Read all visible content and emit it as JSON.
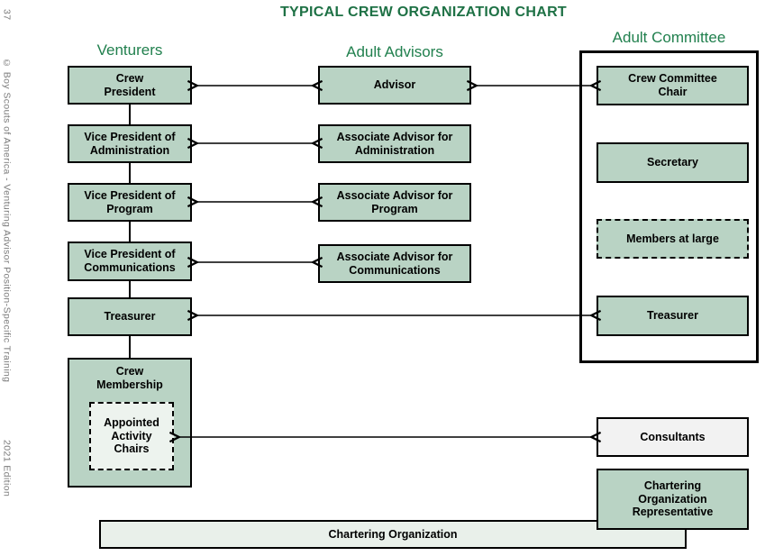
{
  "title": "TYPICAL CREW ORGANIZATION CHART",
  "sidebar": {
    "page_number": "37",
    "copyright": "© Boy Scouts of America - Venturing Advisor Position-Specific Training",
    "edition": "2021 Edition"
  },
  "colors": {
    "title_green": "#1e7145",
    "header_green": "#21804e",
    "box_fill_green": "#b9d3c4",
    "inner_light_fill": "#edf3ee",
    "chartering_bar_fill": "#e9f0ea",
    "consultants_fill": "#f2f2f2",
    "border_black": "#000000",
    "sidebar_gray": "#7a7a7a"
  },
  "venturers": {
    "header": "Venturers",
    "boxes": [
      {
        "label": "Crew\nPresident"
      },
      {
        "label": "Vice President of\nAdministration"
      },
      {
        "label": "Vice President of\nProgram"
      },
      {
        "label": "Vice President of\nCommunications"
      },
      {
        "label": "Treasurer"
      },
      {
        "label": "Crew\nMembership"
      }
    ],
    "appointed_chairs_label": "Appointed\nActivity\nChairs"
  },
  "advisors": {
    "header": "Adult Advisors",
    "boxes": [
      {
        "label": "Advisor"
      },
      {
        "label": "Associate Advisor for\nAdministration"
      },
      {
        "label": "Associate Advisor for\nProgram"
      },
      {
        "label": "Associate Advisor for\nCommunications"
      }
    ]
  },
  "committee": {
    "header": "Adult Committee",
    "boxes": [
      {
        "label": "Crew Committee\nChair"
      },
      {
        "label": "Secretary"
      },
      {
        "label": "Members at large",
        "style": "dashed"
      },
      {
        "label": "Treasurer"
      }
    ]
  },
  "bottom": {
    "consultants_label": "Consultants",
    "org_representative_label": "Chartering\nOrganization\nRepresentative",
    "chartering_organization_label": "Chartering Organization"
  }
}
